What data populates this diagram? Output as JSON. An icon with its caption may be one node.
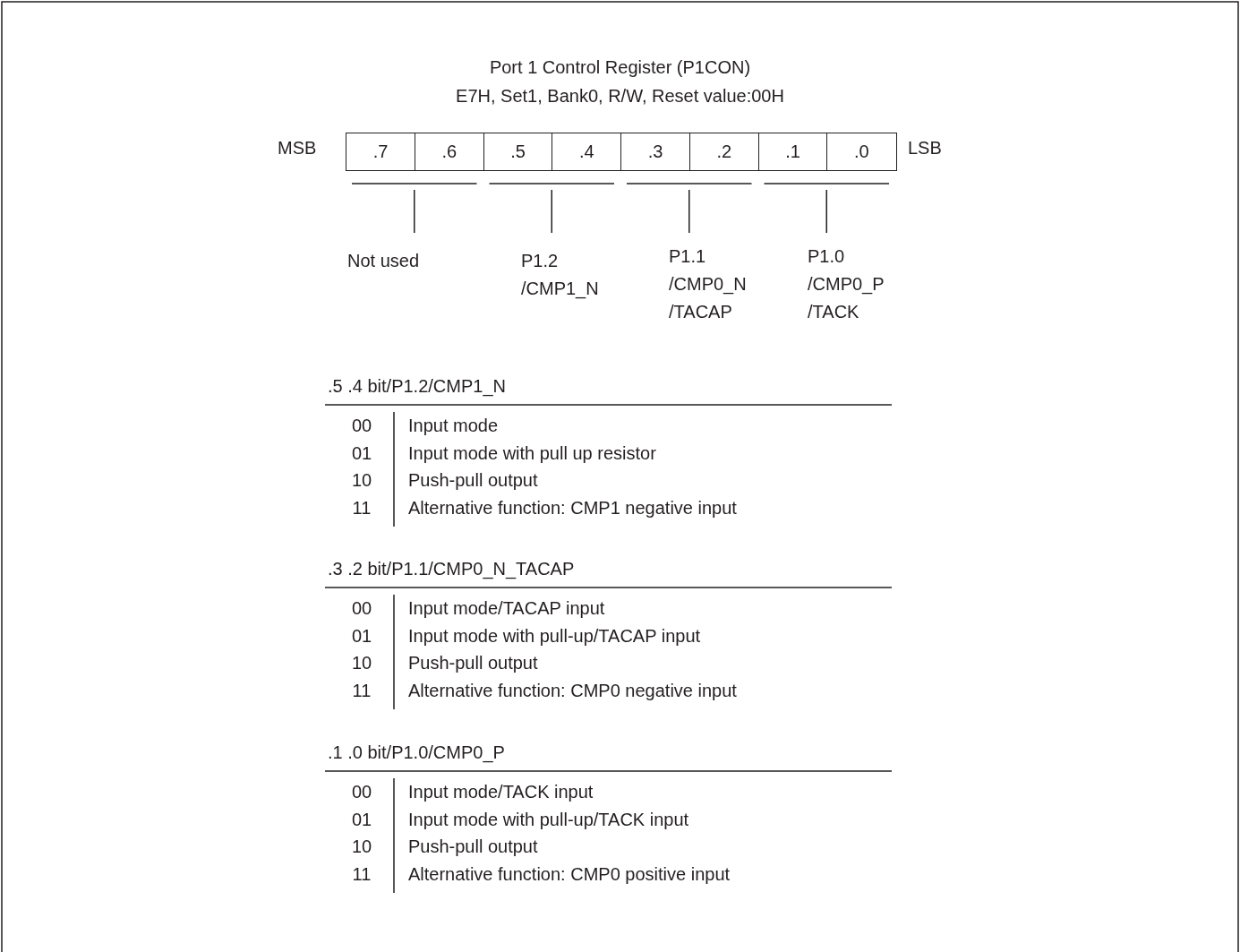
{
  "diagram": {
    "title": "Port 1 Control Register (P1CON)",
    "nodes": [
      {
        "text": [
          ".7"
        ]
      },
      {
        "text": [
          ".6"
        ]
      },
      {
        "text": [
          ".5"
        ]
      },
      {
        "text": [
          ".4"
        ]
      },
      {
        "text": [
          ".3"
        ]
      },
      {
        "text": [
          ".2"
        ]
      },
      {
        "text": [
          ".1"
        ]
      },
      {
        "text": [
          ".0"
        ]
      }
    ],
    "edges": [],
    "labels": [
      "E7H, Set1, Bank0, R/W, Reset value:00H",
      "MSB",
      "LSB",
      "Not used",
      "P1.2 /CMP1_N",
      "P1.1 /CMP0_N /TACAP",
      "P1.0 /CMP0_P /TACK",
      ".5 .4 bit/P1.2/CMP1_N",
      "00",
      "Input mode",
      "01",
      "Input mode with pull up resistor",
      "10",
      "Push-pull output",
      "11",
      "Alternative function: CMP1 negative input",
      ".3 .2 bit/P1.1/CMP0_N_TACAP",
      "00",
      "Input mode/TACAP input",
      "01",
      "Input mode with pull-up/TACAP input",
      "10",
      "Push-pull output",
      "11",
      "Alternative function: CMP0 negative input",
      ".1 .0 bit/P1.0/CMP0_P",
      "00",
      "Input mode/TACK input",
      "01",
      "Input mode with pull-up/TACK input",
      "10",
      "Push-pull output",
      "11",
      "Alternative function: CMP0 positive input"
    ]
  }
}
